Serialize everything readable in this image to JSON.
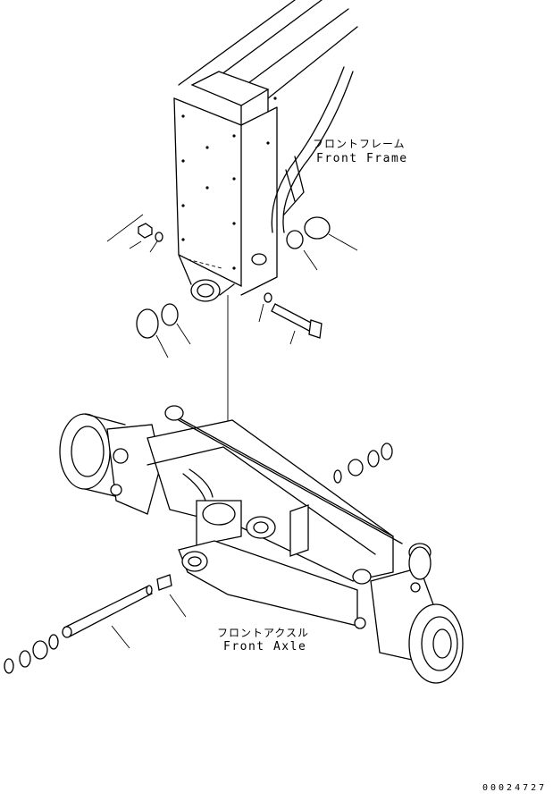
{
  "labels": {
    "front_frame_jp": "フロントフレーム",
    "front_frame_en": "Front Frame",
    "front_axle_jp": "フロントアクスル",
    "front_axle_en": "Front Axle"
  },
  "drawing_number": "00024727"
}
